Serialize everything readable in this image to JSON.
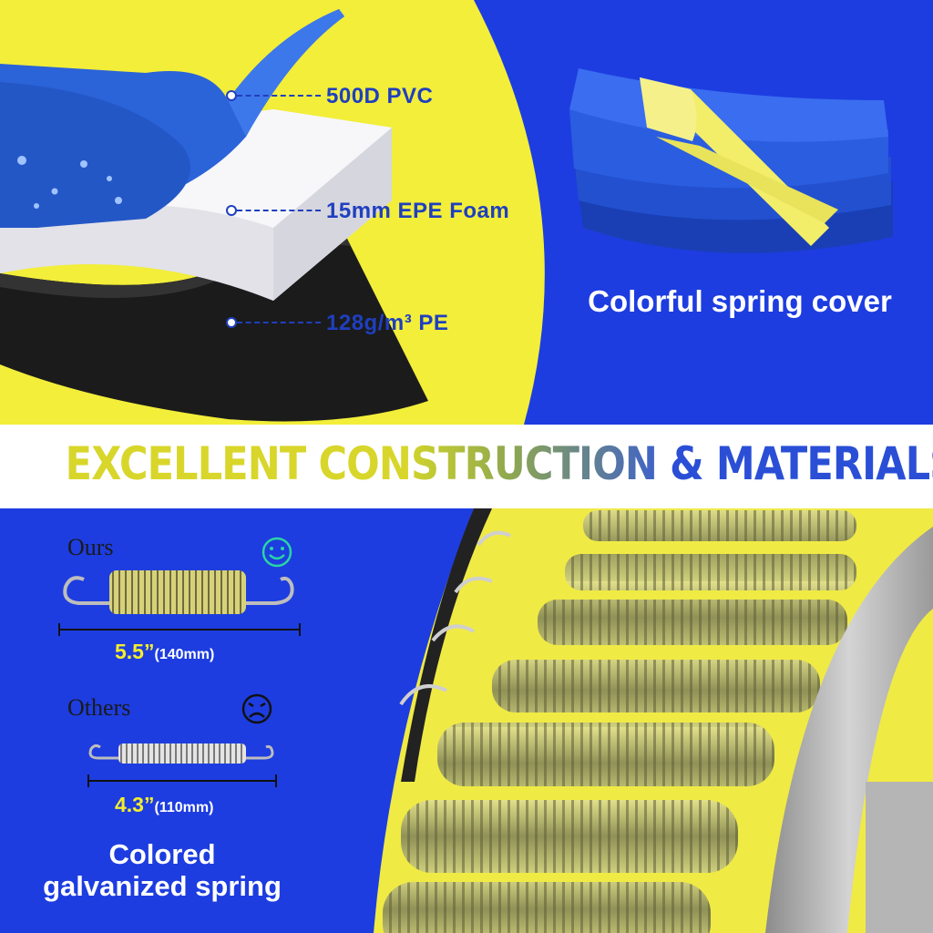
{
  "layers": {
    "pvc": "500D PVC",
    "foam": "15mm EPE Foam",
    "pe": "128g/m³ PE"
  },
  "cover_caption": "Colorful spring cover",
  "banner": {
    "part1": "EXCELLENT CON",
    "part2": "STRUCTION",
    "part3": "&",
    "part4": "MATERIALS"
  },
  "springs": {
    "ours_label": "Ours",
    "ours_size": "5.5”",
    "ours_metric": "(140mm)",
    "others_label": "Others",
    "others_size": "4.3”",
    "others_metric": "(110mm)",
    "caption_line1": "Colored",
    "caption_line2": "galvanized spring"
  },
  "icons": {
    "ours": "smiley-face-icon",
    "others": "sad-face-icon"
  },
  "colors": {
    "yellow": "#f2ee3a",
    "blue": "#1d3de0",
    "label_blue": "#1f3fbf"
  }
}
